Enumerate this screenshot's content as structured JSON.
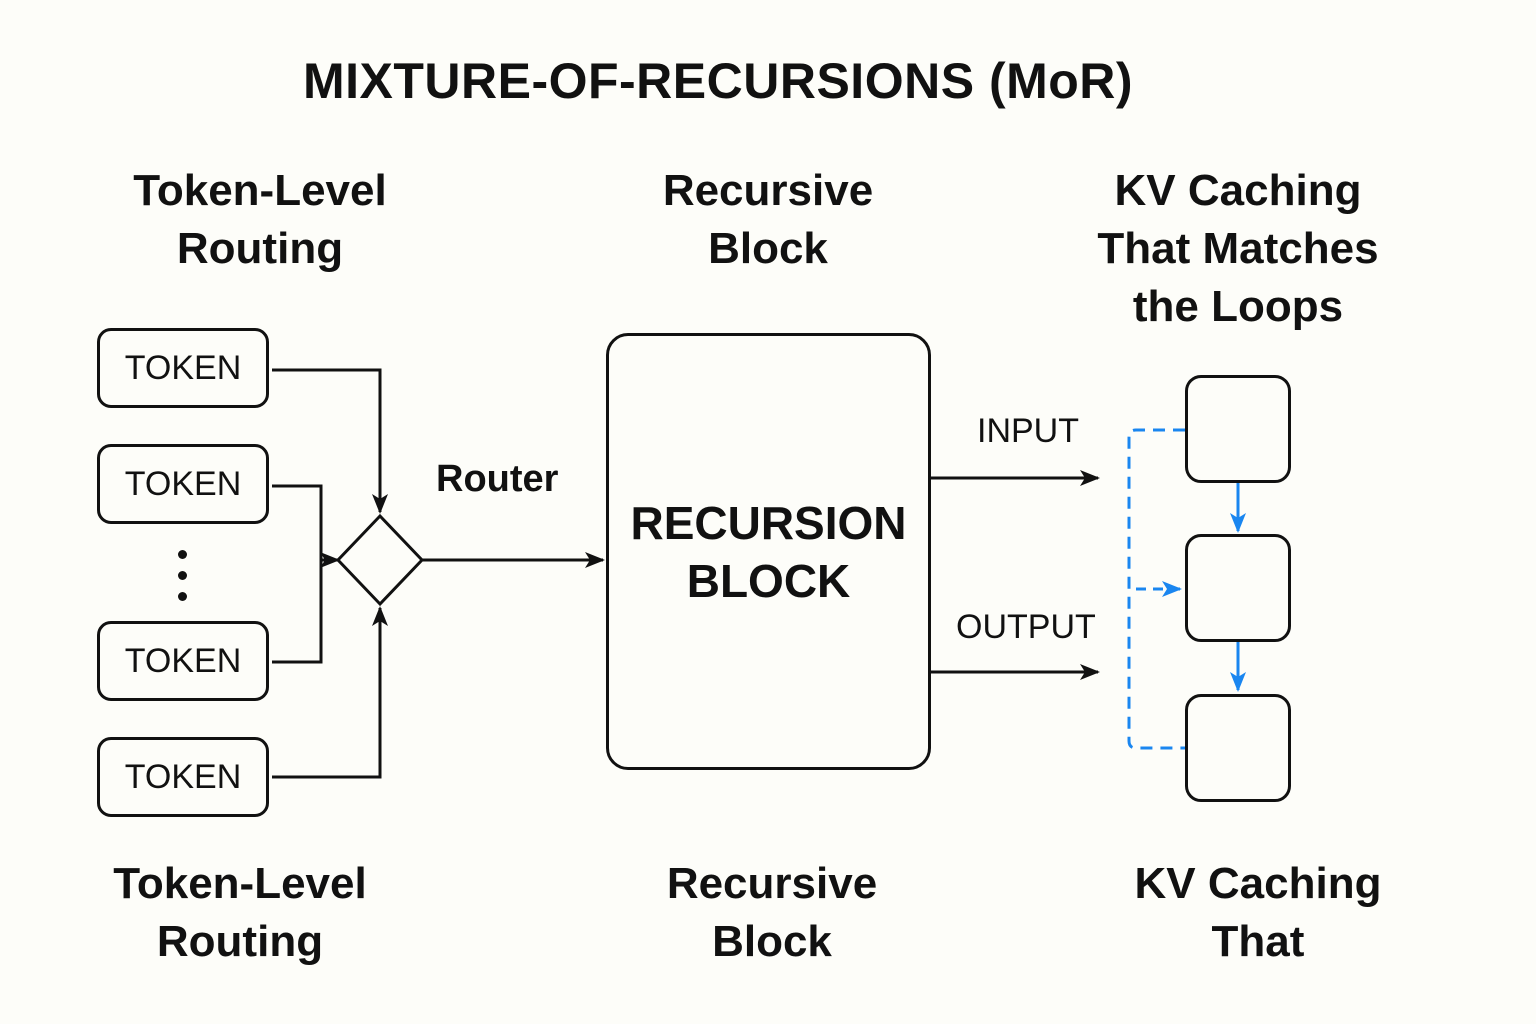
{
  "title": "MIXTURE-OF-RECURSIONS (MoR)",
  "top_headings": {
    "left": [
      "Token-Level",
      "Routing"
    ],
    "center": [
      "Recursive",
      "Block"
    ],
    "right": [
      "KV Caching",
      "That Matches",
      "the Loops"
    ]
  },
  "bottom_headings": {
    "left": [
      "Token-Level",
      "Routing"
    ],
    "center": [
      "Recursive",
      "Block"
    ],
    "right": [
      "KV Caching",
      "That"
    ]
  },
  "tokens": [
    "TOKEN",
    "TOKEN",
    "TOKEN",
    "TOKEN"
  ],
  "ellipsis_icon": "vertical-ellipsis",
  "router_label": "Router",
  "recursion_block": [
    "RECURSION",
    "BLOCK"
  ],
  "input_label": "INPUT",
  "output_label": "OUTPUT",
  "kv_cache_boxes": 3,
  "colors": {
    "ink": "#111111",
    "accent_blue": "#1a86f0",
    "background": "#fdfdf9"
  }
}
